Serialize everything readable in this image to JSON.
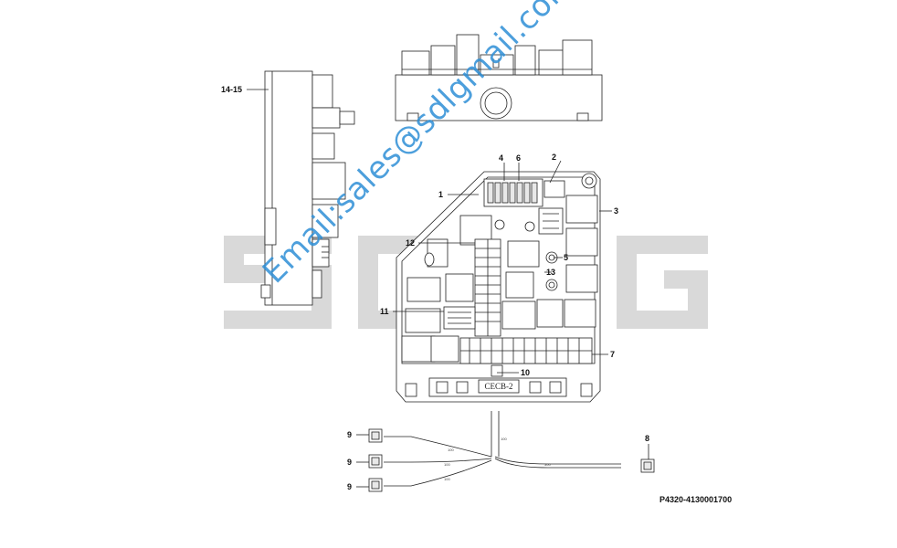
{
  "watermark": {
    "brand": "SDLG",
    "email": "Email:sales@sdlgmail.com",
    "brand_color": "#d9d9d9",
    "email_color": "#2e8fd6"
  },
  "callouts": [
    {
      "id": "1",
      "label": "1"
    },
    {
      "id": "2",
      "label": "2"
    },
    {
      "id": "3",
      "label": "3"
    },
    {
      "id": "4",
      "label": "4"
    },
    {
      "id": "5",
      "label": "5"
    },
    {
      "id": "6",
      "label": "6"
    },
    {
      "id": "7",
      "label": "7"
    },
    {
      "id": "8",
      "label": "8"
    },
    {
      "id": "9a",
      "label": "9"
    },
    {
      "id": "9b",
      "label": "9"
    },
    {
      "id": "9c",
      "label": "9"
    },
    {
      "id": "10",
      "label": "10"
    },
    {
      "id": "11",
      "label": "11"
    },
    {
      "id": "12",
      "label": "12"
    },
    {
      "id": "13",
      "label": "13"
    },
    {
      "id": "14-15",
      "label": "14-15"
    }
  ],
  "board": {
    "label": "CECB-2"
  },
  "part_number": "P4320-4130001700",
  "wire_labels": [
    "100",
    "100",
    "100",
    "300",
    "100"
  ]
}
